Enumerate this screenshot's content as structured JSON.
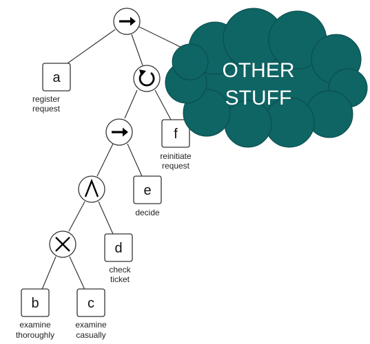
{
  "operators": {
    "root_sequence": {
      "symbol": "→",
      "icon": "sequence-arrow-icon"
    },
    "loop": {
      "symbol": "↻",
      "icon": "loop-icon"
    },
    "sequence_inner": {
      "symbol": "→",
      "icon": "sequence-arrow-icon"
    },
    "parallel": {
      "symbol": "∧",
      "icon": "and-parallel-icon"
    },
    "exclusive_choice": {
      "symbol": "×",
      "icon": "xor-choice-icon"
    }
  },
  "activities": {
    "a": {
      "letter": "a",
      "label_lines": [
        "register",
        "request"
      ]
    },
    "b": {
      "letter": "b",
      "label_lines": [
        "examine",
        "thoroughly"
      ]
    },
    "c": {
      "letter": "c",
      "label_lines": [
        "examine",
        "casually"
      ]
    },
    "d": {
      "letter": "d",
      "label_lines": [
        "check",
        "ticket"
      ]
    },
    "e": {
      "letter": "e",
      "label_lines": [
        "decide"
      ]
    },
    "f": {
      "letter": "f",
      "label_lines": [
        "reinitiate",
        "request"
      ]
    }
  },
  "cloud": {
    "lines": [
      "OTHER",
      "STUFF"
    ],
    "fill": "#0f6464",
    "text_color": "#ffffff"
  }
}
